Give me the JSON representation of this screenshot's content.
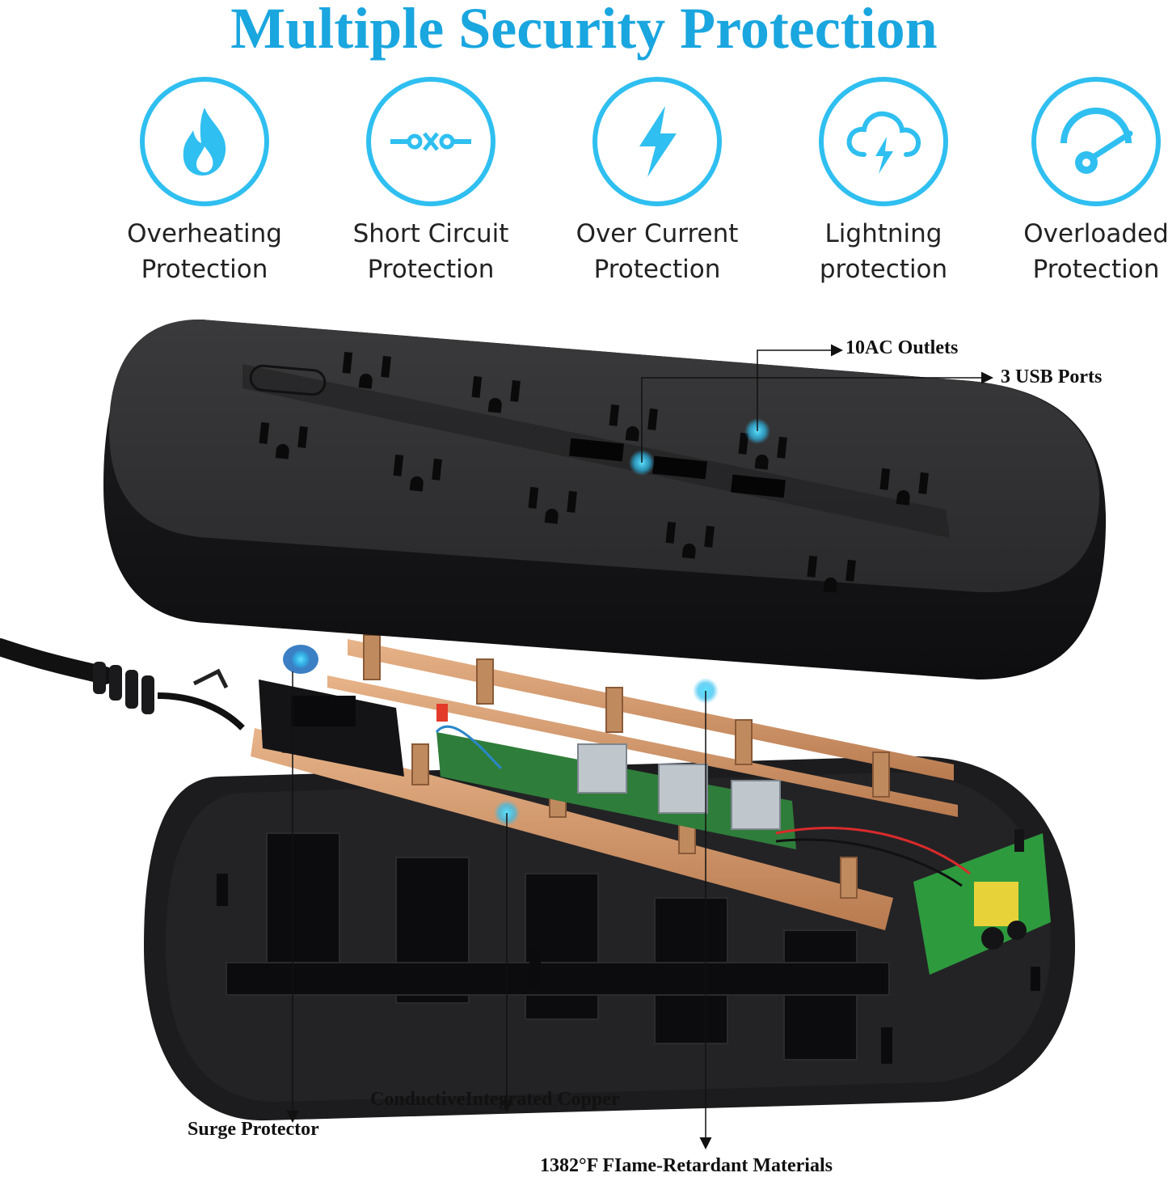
{
  "headline": "Multiple Security Protection",
  "accent_color": "#1aa6df",
  "features": [
    {
      "icon": "flame-icon",
      "line1": "Overheating",
      "line2": "Protection"
    },
    {
      "icon": "short-circuit-icon",
      "line1": "Short Circuit",
      "line2": "Protection"
    },
    {
      "icon": "lightning-bolt-icon",
      "line1": "Over Current",
      "line2": "Protection"
    },
    {
      "icon": "storm-cloud-icon",
      "line1": "Lightning",
      "line2": "protection"
    },
    {
      "icon": "gauge-icon",
      "line1": "Overloaded",
      "line2": "Protection"
    }
  ],
  "callouts": {
    "ac_outlets": "10AC Outlets",
    "usb_ports": "3 USB Ports",
    "surge_protector": "Surge Protector",
    "copper": "ConductiveIntegrated Copper",
    "flame_retardant": "1382°F FIame-Retardant Materials"
  }
}
